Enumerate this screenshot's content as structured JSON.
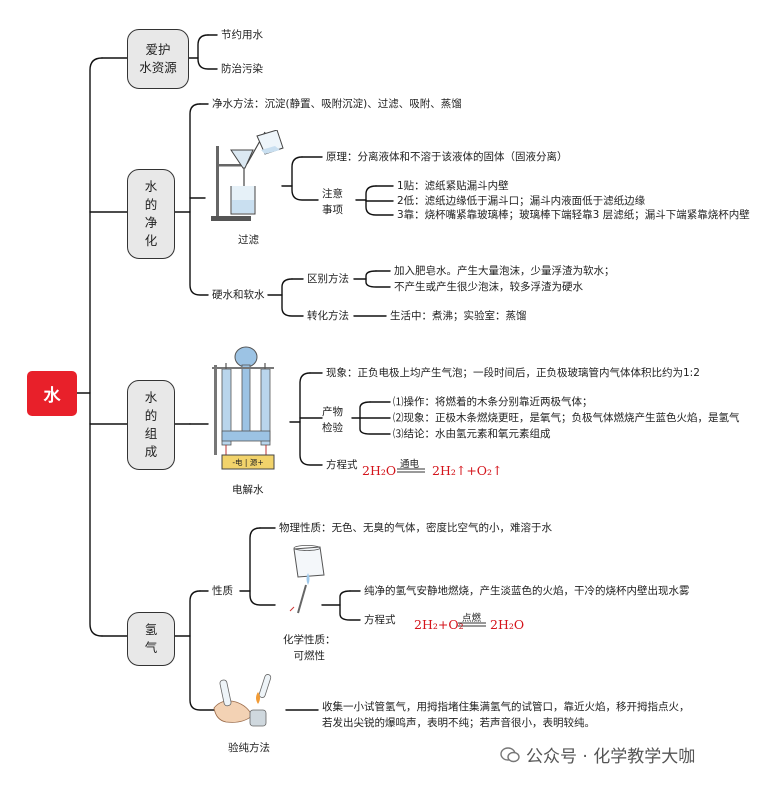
{
  "root": "水",
  "branches": {
    "protect": {
      "title": "爱护水资源",
      "title_lines": [
        "爱护",
        "水资源"
      ],
      "items": [
        "节约用水",
        "防治污染"
      ]
    },
    "purify": {
      "title": "水的净化",
      "title_chars": [
        "水",
        "的",
        "净",
        "化"
      ],
      "methods": "净水方法：沉淀(静置、吸附沉淀)、过滤、吸附、蒸馏",
      "filtration": {
        "caption": "过滤",
        "principle": "原理：分离液体和不溶于该液体的固体（固液分离）",
        "notes_label_lines": [
          "注意",
          "事项"
        ],
        "notes": [
          "1贴：滤纸紧贴漏斗内壁",
          "2低：滤纸边缘低于漏斗口；漏斗内液面低于滤纸边缘",
          "3靠：烧杯嘴紧靠玻璃棒；玻璃棒下端轻靠3 层滤纸；漏斗下端紧靠烧杯内壁"
        ]
      },
      "hard_soft": {
        "label": "硬水和软水",
        "distinguish_label": "区别方法",
        "distinguish_lines": [
          "加入肥皂水。产生大量泡沫，少量浮渣为软水；",
          "不产生或产生很少泡沫，较多浮渣为硬水"
        ],
        "convert_label": "转化方法",
        "convert": "生活中：煮沸；实验室：蒸馏"
      }
    },
    "composition": {
      "title": "水的组成",
      "title_chars": [
        "水",
        "的",
        "组",
        "成"
      ],
      "caption": "电解水",
      "apparatus_label": "-电 | 源+",
      "phenomenon": "现象：正负电极上均产生气泡；一段时间后，正负极玻璃管内气体体积比约为1:2",
      "test_label_lines": [
        "产物",
        "检验"
      ],
      "test_items": [
        "⑴操作：将燃着的木条分别靠近两极气体；",
        "⑵现象：正极木条燃烧更旺，是氧气；负极气体燃烧产生蓝色火焰，是氢气",
        "⑶结论：水由氢元素和氧元素组成"
      ],
      "equation_label": "方程式",
      "equation_left": "2H₂O",
      "equation_condition": "通电",
      "equation_right": "2H₂↑+O₂↑"
    },
    "hydrogen": {
      "title": "氢气",
      "title_chars": [
        "氢",
        "气"
      ],
      "properties_label": "性质",
      "physical": "物理性质：无色、无臭的气体，密度比空气的小，难溶于水",
      "chemical_caption_lines": [
        "化学性质：",
        "可燃性"
      ],
      "combustion": "纯净的氢气安静地燃烧，产生淡蓝色的火焰，干冷的烧杯内壁出现水雾",
      "equation_label": "方程式",
      "equation_left": "2H₂+O₂",
      "equation_condition": "点燃",
      "equation_right": "2H₂O",
      "purity_caption": "验纯方法",
      "purity_lines": [
        "收集一小试管氢气，用拇指堵住集满氢气的试管口，靠近火焰，移开拇指点火，",
        "若发出尖锐的爆鸣声，表明不纯；若声音很小，表明较纯。"
      ]
    }
  },
  "watermark": "公众号 · 化学教学大咖",
  "colors": {
    "root_bg": "#e8202a",
    "node_bg": "#e8e8e8",
    "equation": "#d4141b",
    "line": "#111111"
  }
}
